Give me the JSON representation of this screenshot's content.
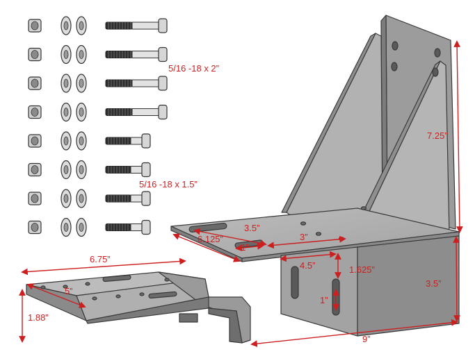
{
  "hardware": {
    "rows": 8,
    "long_bolt_rows": 4,
    "label_long": "5/16 -18 x 2”",
    "label_short": "5/16 -18 x 1.5”"
  },
  "dimensions": {
    "height_total": "7.25”",
    "side_height": "3.5”",
    "depth": "9”",
    "slot_length": "3.5”",
    "plate_width": "6.125”",
    "hole_small": "1”",
    "hole_spacing": "3”",
    "offset": "4.5”",
    "drop": "1.625”",
    "slot_height": "1”",
    "second_plate_length": "6.75”",
    "second_plate_width": "5”",
    "second_plate_height": "1.88”"
  },
  "colors": {
    "dimension": "#cc1f1f",
    "metal": "#a7a7a7",
    "metal_dark": "#8a8a8a",
    "metal_light": "#c4c4c4",
    "outline": "#3a3a3a"
  }
}
